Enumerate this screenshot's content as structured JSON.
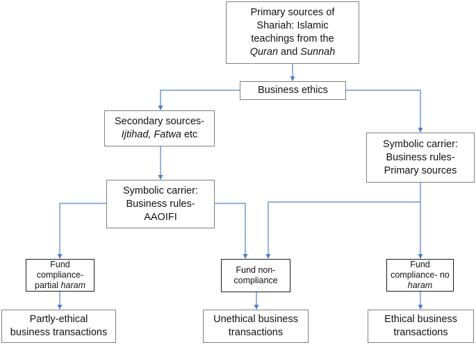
{
  "nodes": {
    "primary": {
      "line1": "Primary sources of",
      "line2": "Shariah: Islamic",
      "line3": "teachings from the",
      "line4_a": "Quran",
      "line4_b": " and ",
      "line4_c": "Sunnah"
    },
    "ethics": {
      "label": "Business ethics"
    },
    "secondary": {
      "line1": "Secondary sources-",
      "line2_a": "Ijtihad, Fatwa",
      "line2_b": " etc"
    },
    "carrier_aaoifi": {
      "line1": "Symbolic carrier:",
      "line2": "Business rules-",
      "line3": "AAOIFI"
    },
    "carrier_primary": {
      "line1": "Symbolic carrier:",
      "line2": "Business rules-",
      "line3": "Primary sources"
    },
    "fund_partial": {
      "line1": "Fund",
      "line2": "compliance-",
      "line3_a": "partial ",
      "line3_b": "haram"
    },
    "fund_non": {
      "line1": "Fund non-",
      "line2": "compliance"
    },
    "fund_no": {
      "line1": "Fund",
      "line2": "compliance- no",
      "line3": "haram"
    },
    "partly": {
      "line1": "Partly-ethical",
      "line2": "business transactions"
    },
    "unethical": {
      "line1": "Unethical business",
      "line2": "transactions"
    },
    "ethical": {
      "line1": "Ethical business",
      "line2": "transactions"
    }
  },
  "colors": {
    "arrow": "#4f7ec9",
    "box_border": "#7f7f7f",
    "box_border_strong": "#1a1a1a"
  }
}
